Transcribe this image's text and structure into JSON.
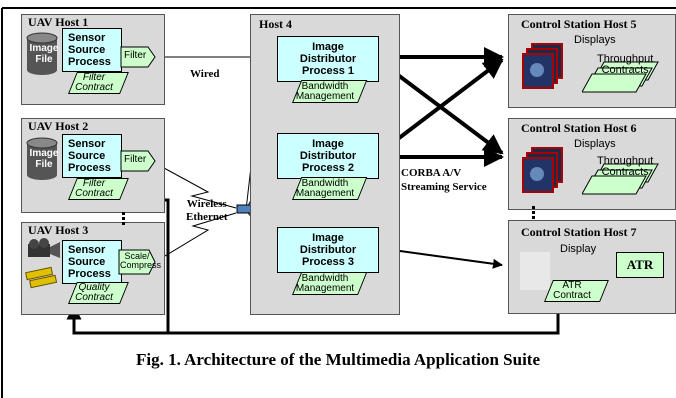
{
  "hosts": {
    "uav1": {
      "title": "UAV Host 1"
    },
    "uav2": {
      "title": "UAV Host 2"
    },
    "uav3": {
      "title": "UAV Host 3"
    },
    "host4": {
      "title": "Host 4"
    },
    "cs5": {
      "title": "Control Station Host 5"
    },
    "cs6": {
      "title": "Control Station Host 6"
    },
    "cs7": {
      "title": "Control Station Host 7"
    }
  },
  "image_file": {
    "line1": "Image",
    "line2": "File"
  },
  "sensor": {
    "line1": "Sensor",
    "line2": "Source",
    "line3": "Process"
  },
  "filter_label": "Filter",
  "scale_label": {
    "line1": "Scale/",
    "line2": "Compress"
  },
  "filter_contract": {
    "line1": "Filter",
    "line2": "Contract"
  },
  "quality_contract": {
    "line1": "Quality",
    "line2": "Contract"
  },
  "distributors": [
    {
      "line1": "Image",
      "line2": "Distributor",
      "line3": "Process 1"
    },
    {
      "line1": "Image",
      "line2": "Distributor",
      "line3": "Process 2"
    },
    {
      "line1": "Image",
      "line2": "Distributor",
      "line3": "Process 3"
    }
  ],
  "bandwidth": {
    "line1": "Bandwidth",
    "line2": "Management"
  },
  "displays_label": "Displays",
  "display_label": "Display",
  "throughput": {
    "line1": "Throughput",
    "line2": "Contracts"
  },
  "atr_label": "ATR",
  "atr_contract": {
    "line1": "ATR",
    "line2": "Contract"
  },
  "wired_label": "Wired",
  "wireless": {
    "line1": "Wireless",
    "line2": "Ethernet"
  },
  "corba": {
    "line1": "CORBA A/V",
    "line2": "Streaming Service"
  },
  "caption": "Fig. 1. Architecture of the Multimedia Application Suite",
  "colors": {
    "host": "#d9d9d9",
    "process": "#ccffff",
    "contract": "#ccffcc",
    "accent": "#4f81bd"
  }
}
